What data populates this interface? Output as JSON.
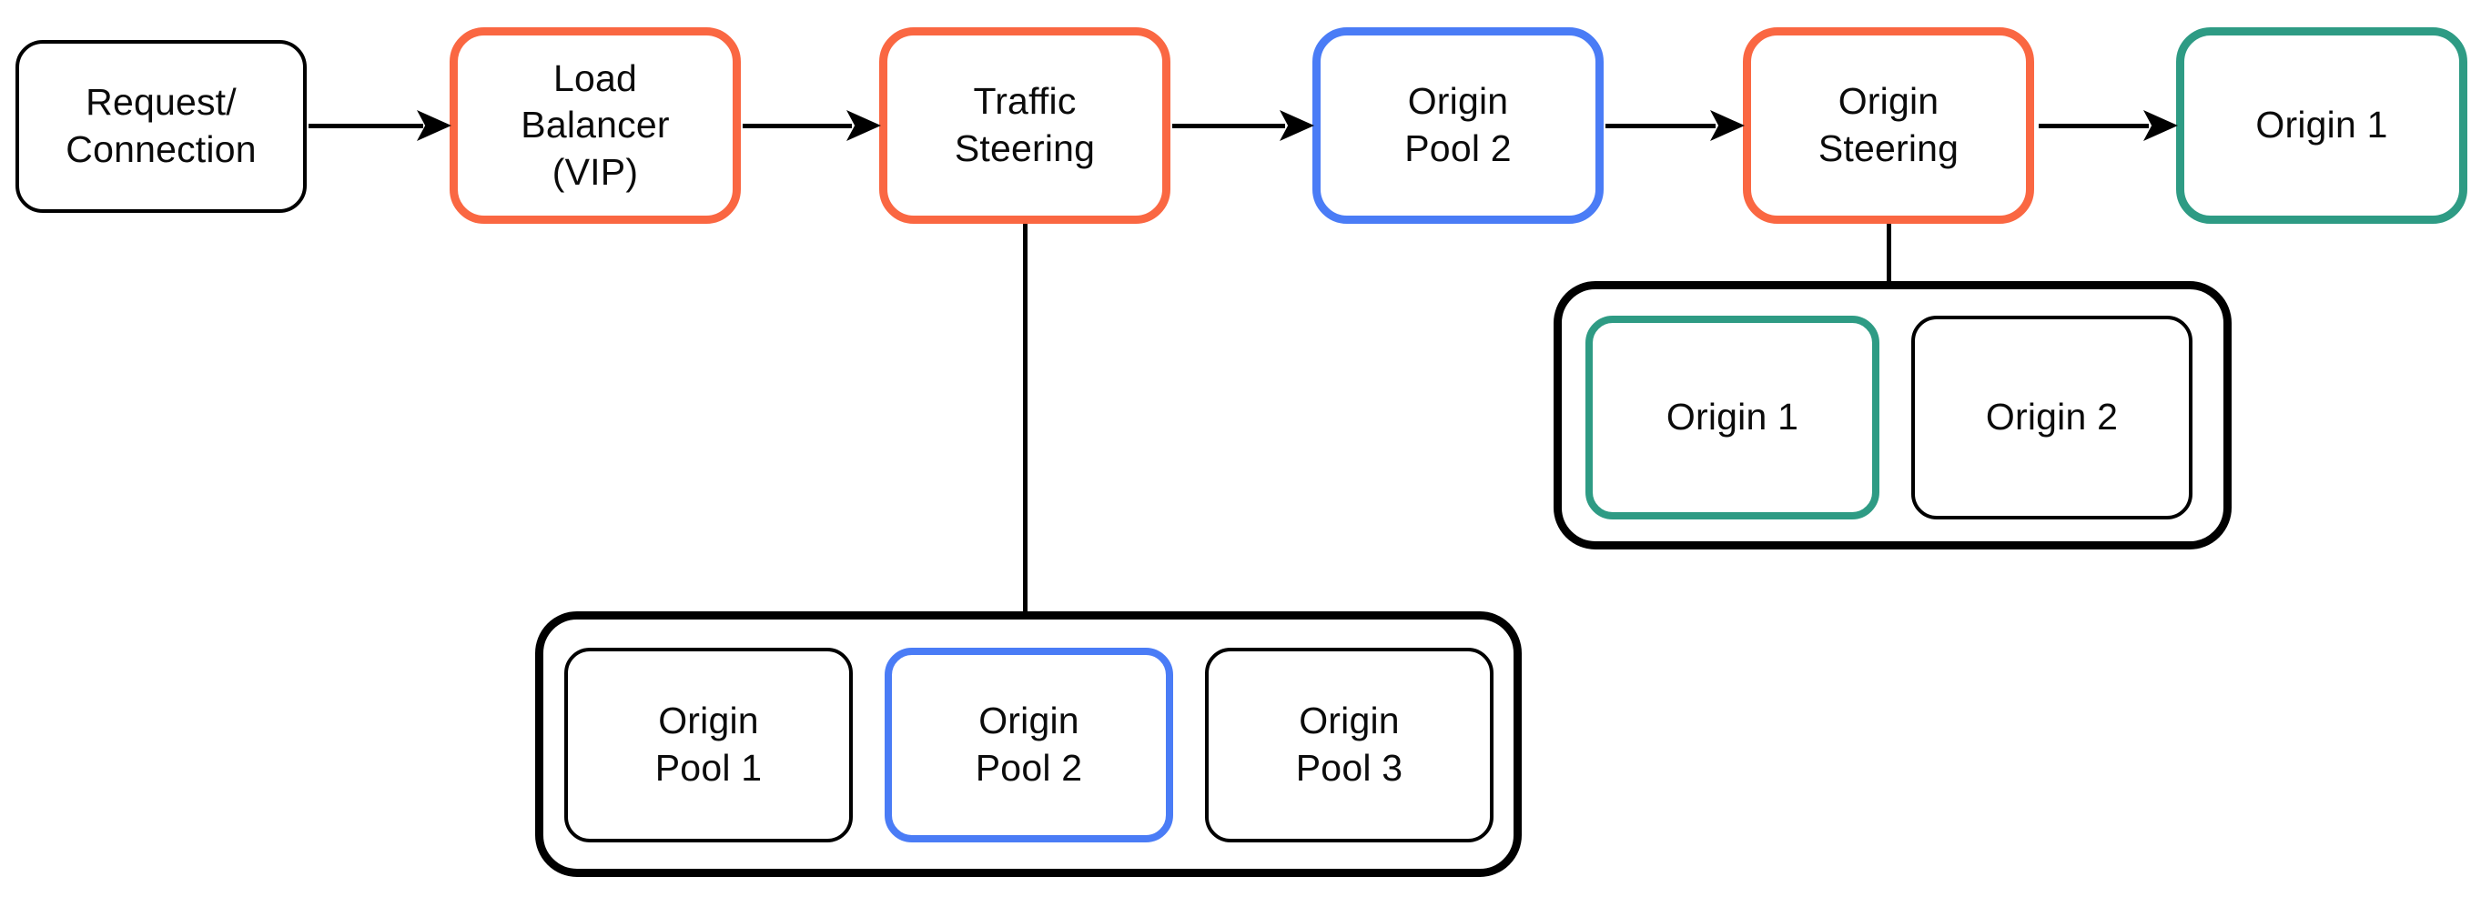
{
  "diagram": {
    "background": "#ffffff",
    "line_color": "#000000",
    "text_color": "#0b0b0b",
    "colors": {
      "orange": "#FA6742",
      "blue": "#4A7CF6",
      "green": "#2E9B84",
      "black": "#000000"
    },
    "flow_nodes": {
      "request": {
        "label": "Request/\nConnection",
        "border_color": "#000000"
      },
      "load_balancer": {
        "label": "Load\nBalancer\n(VIP)",
        "border_color": "#FA6742"
      },
      "traffic_steering": {
        "label": "Traffic\nSteering",
        "border_color": "#FA6742"
      },
      "selected_origin_pool": {
        "label": "Origin\nPool 2",
        "border_color": "#4A7CF6"
      },
      "origin_steering": {
        "label": "Origin\nSteering",
        "border_color": "#FA6742"
      },
      "selected_origin": {
        "label": "Origin 1",
        "border_color": "#2E9B84"
      }
    },
    "origin_pools_group": {
      "items": [
        {
          "label": "Origin\nPool 1",
          "border_color": "#000000"
        },
        {
          "label": "Origin\nPool 2",
          "border_color": "#4A7CF6"
        },
        {
          "label": "Origin\nPool 3",
          "border_color": "#000000"
        }
      ]
    },
    "origins_group": {
      "items": [
        {
          "label": "Origin 1",
          "border_color": "#2E9B84"
        },
        {
          "label": "Origin 2",
          "border_color": "#000000"
        }
      ]
    }
  }
}
